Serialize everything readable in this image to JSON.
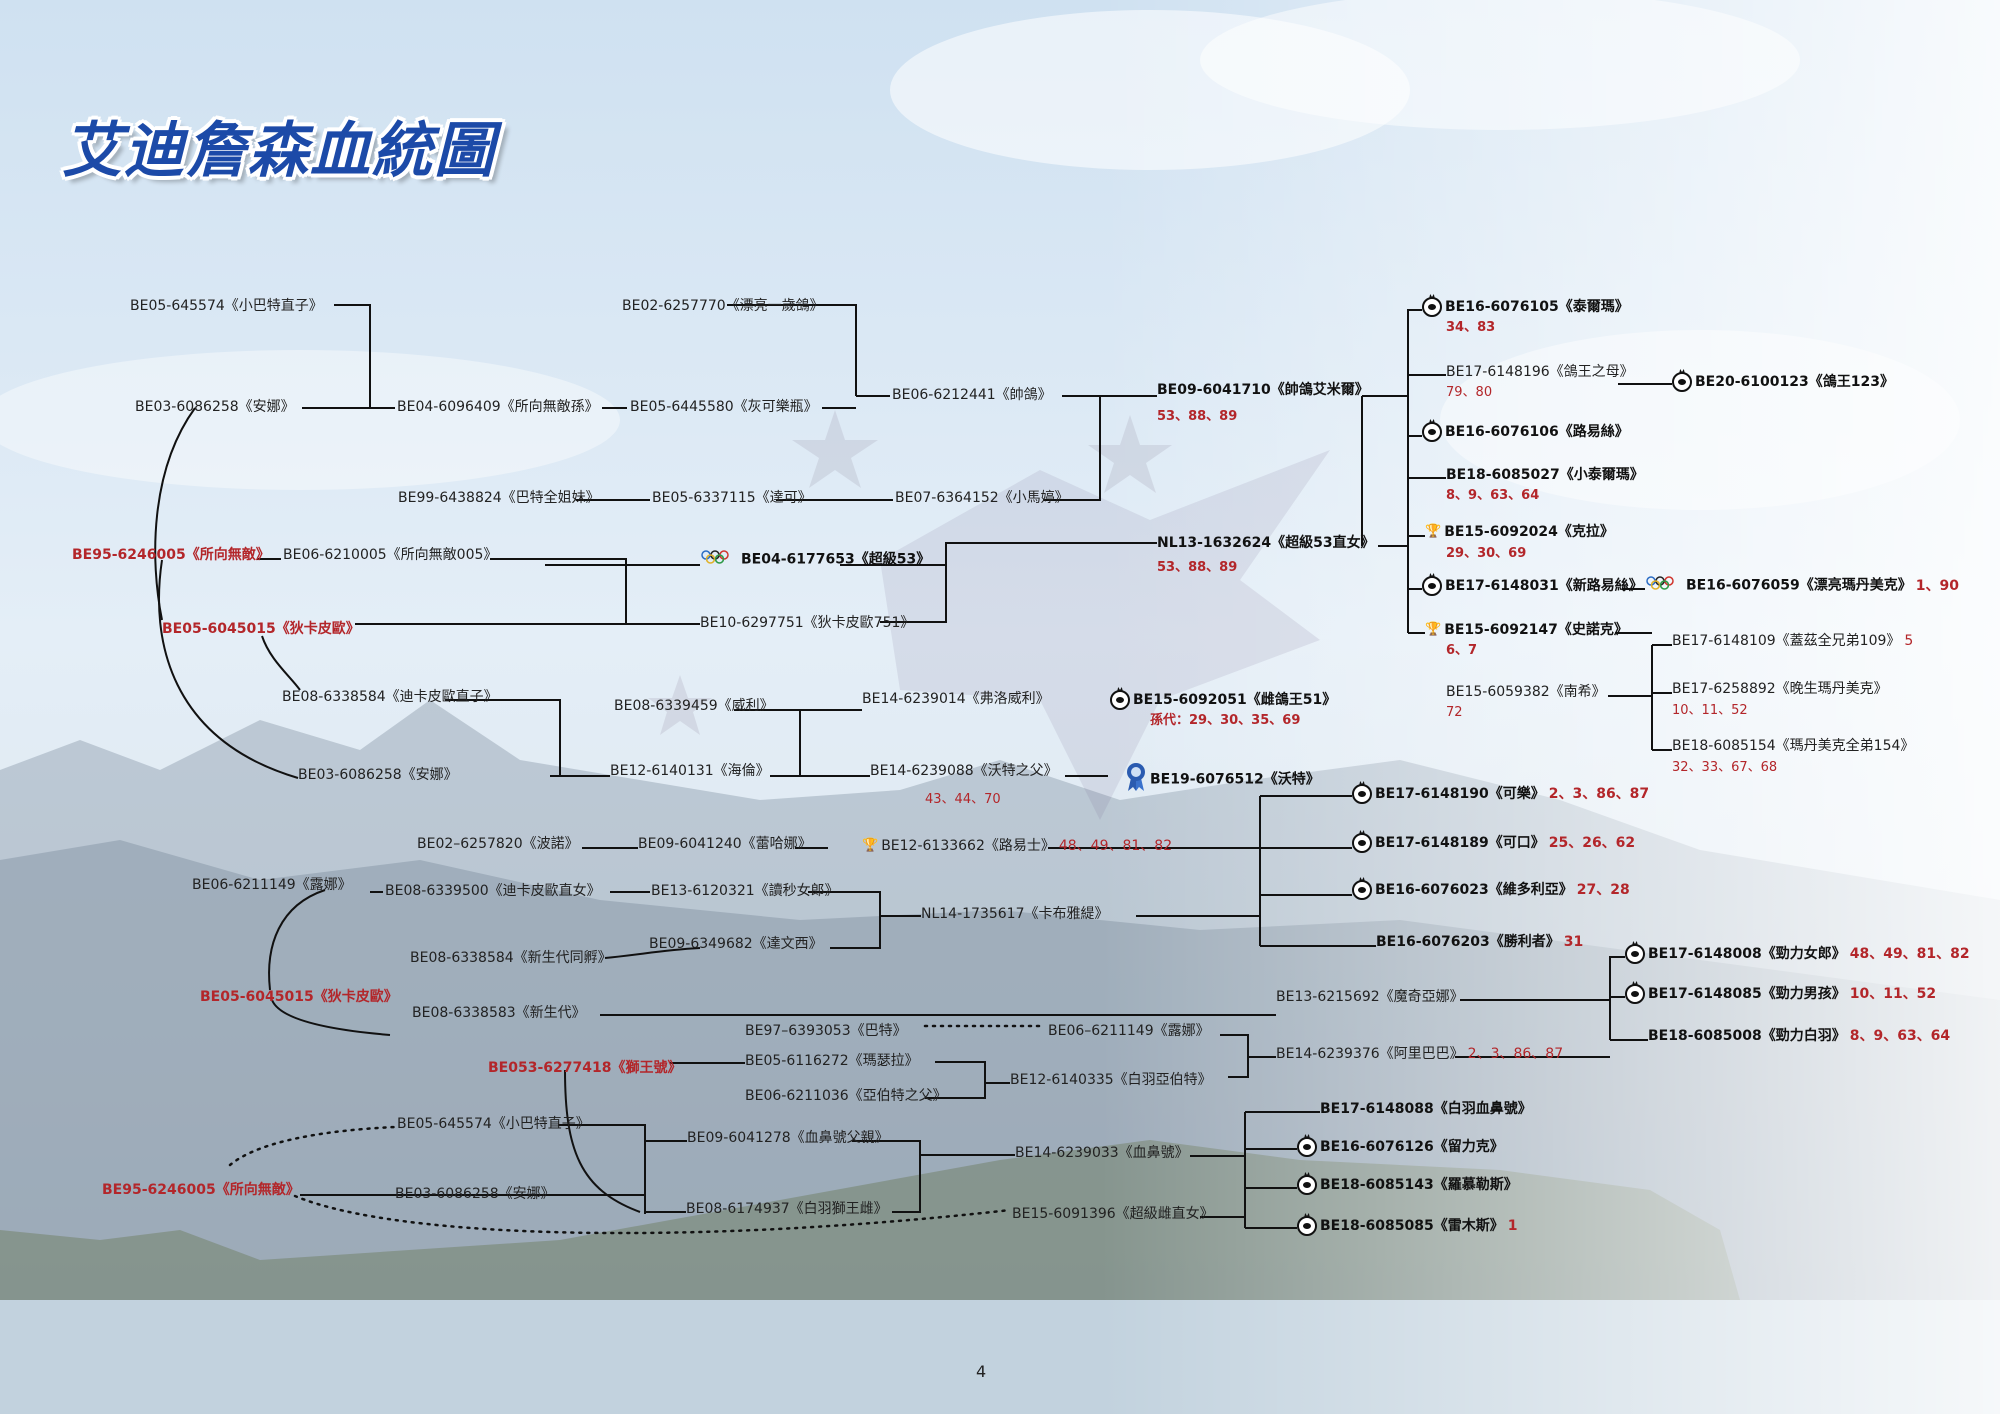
{
  "title": "艾迪詹森血統圖",
  "page_number": "4",
  "nodes": [
    {
      "id": "n1",
      "text": "BE05-645574《小巴特直子》"
    },
    {
      "id": "n2",
      "text": "BE03-6086258《安娜》"
    },
    {
      "id": "n3",
      "text": "BE04-6096409《所向無敵孫》"
    },
    {
      "id": "n4",
      "text": "BE02-6257770《漂亮一歲鴿》"
    },
    {
      "id": "n5",
      "text": "BE05-6445580《灰可樂瓶》"
    },
    {
      "id": "n6",
      "text": "BE06-6212441《帥鴿》"
    },
    {
      "id": "n7",
      "text": "BE99-6438824《巴特全姐妹》"
    },
    {
      "id": "n8",
      "text": "BE05-6337115《達可》"
    },
    {
      "id": "n9",
      "text": "BE07-6364152《小馬婷》"
    },
    {
      "id": "n10",
      "text": "BE09-6041710《帥鴿艾米爾》",
      "sub": "53、88、89"
    },
    {
      "id": "n11",
      "text": "BE95-6246005《所向無敵》"
    },
    {
      "id": "n12",
      "text": "BE06-6210005《所向無敵005》"
    },
    {
      "id": "n13",
      "text": "BE04-6177653《超級53》"
    },
    {
      "id": "n14",
      "text": "NL13-1632624《超級53直女》",
      "sub": "53、88、89"
    },
    {
      "id": "n15",
      "text": "BE05-6045015《狄卡皮歐》"
    },
    {
      "id": "n16",
      "text": "BE10-6297751《狄卡皮歐751》"
    },
    {
      "id": "n17",
      "text": "BE08-6338584《迪卡皮歐直子》"
    },
    {
      "id": "n18",
      "text": "BE08-6339459《威利》"
    },
    {
      "id": "n19",
      "text": "BE14-6239014《弗洛威利》"
    },
    {
      "id": "n20",
      "text": "BE15-6092051《雌鴿王51》",
      "sub": "孫代：29、30、35、69"
    },
    {
      "id": "n21",
      "text": "BE03-6086258《安娜》"
    },
    {
      "id": "n22",
      "text": "BE12-6140131《海倫》"
    },
    {
      "id": "n23",
      "text": "BE14-6239088《沃特之父》",
      "sub": "43、44、70"
    },
    {
      "id": "n24",
      "text": "BE19-6076512《沃特》"
    },
    {
      "id": "n25",
      "text": "BE16-6076105《泰爾瑪》",
      "sub": "34、83"
    },
    {
      "id": "n26",
      "text": "BE17-6148196《鴿王之母》",
      "sub": "79、80"
    },
    {
      "id": "n27",
      "text": "BE20-6100123《鴿王123》"
    },
    {
      "id": "n28",
      "text": "BE16-6076106《路易絲》"
    },
    {
      "id": "n29",
      "text": "BE18-6085027《小泰爾瑪》",
      "sub": "8、9、63、64"
    },
    {
      "id": "n30",
      "text": "BE15-6092024《克拉》",
      "sub": "29、30、69"
    },
    {
      "id": "n31",
      "text": "BE17-6148031《新路易絲》"
    },
    {
      "id": "n32",
      "text": "BE16-6076059《漂亮瑪丹美克》",
      "suffix": "1、90"
    },
    {
      "id": "n33",
      "text": "BE15-6092147《史諾克》",
      "sub": "6、7"
    },
    {
      "id": "n34",
      "text": "BE17-6148109《蓋茲全兄弟109》",
      "suffix": "5"
    },
    {
      "id": "n35",
      "text": "BE15-6059382《南希》",
      "sub": "72"
    },
    {
      "id": "n36",
      "text": "BE17-6258892《晚生瑪丹美克》",
      "sub": "10、11、52"
    },
    {
      "id": "n37",
      "text": "BE18-6085154《瑪丹美克全弟154》",
      "sub": "32、33、67、68"
    },
    {
      "id": "n38",
      "text": "BE17-6148190《可樂》",
      "suffix": "2、3、86、87"
    },
    {
      "id": "n39",
      "text": "BE02–6257820《波諾》"
    },
    {
      "id": "n40",
      "text": "BE09-6041240《蕾哈娜》"
    },
    {
      "id": "n41",
      "text": "BE12-6133662《路易士》",
      "suffix": "48、49、81、82"
    },
    {
      "id": "n42",
      "text": "BE17-6148189《可口》",
      "suffix": "25、26、62"
    },
    {
      "id": "n43",
      "text": "BE06-6211149《露娜》"
    },
    {
      "id": "n44",
      "text": "BE08-6339500《迪卡皮歐直女》"
    },
    {
      "id": "n45",
      "text": "BE13-6120321《讀秒女郎》"
    },
    {
      "id": "n46",
      "text": "BE16-6076023《維多利亞》",
      "suffix": "27、28"
    },
    {
      "id": "n47",
      "text": "NL14-1735617《卡布雅緹》"
    },
    {
      "id": "n48",
      "text": "BE08-6338584《新生代同孵》"
    },
    {
      "id": "n49",
      "text": "BE09-6349682《達文西》"
    },
    {
      "id": "n50",
      "text": "BE16-6076203《勝利者》",
      "suffix": "31"
    },
    {
      "id": "n51",
      "text": "BE17-6148008《勁力女郎》",
      "suffix": "48、49、81、82"
    },
    {
      "id": "n52",
      "text": "BE05-6045015《狄卡皮歐》"
    },
    {
      "id": "n53",
      "text": "BE13-6215692《魔奇亞娜》"
    },
    {
      "id": "n54",
      "text": "BE17-6148085《勁力男孩》",
      "suffix": "10、11、52"
    },
    {
      "id": "n55",
      "text": "BE08-6338583《新生代》"
    },
    {
      "id": "n56",
      "text": "BE97–6393053《巴特》"
    },
    {
      "id": "n57",
      "text": "BE06–6211149《露娜》"
    },
    {
      "id": "n58",
      "text": "BE18-6085008《勁力白羽》",
      "suffix": "8、9、63、64"
    },
    {
      "id": "n59",
      "text": "BE053-6277418《獅王號》"
    },
    {
      "id": "n60",
      "text": "BE05-6116272《瑪瑟拉》"
    },
    {
      "id": "n61",
      "text": "BE14-6239376《阿里巴巴》",
      "suffix": "2、3、86、87"
    },
    {
      "id": "n62",
      "text": "BE12-6140335《白羽亞伯特》"
    },
    {
      "id": "n63",
      "text": "BE06-6211036《亞伯特之父》"
    },
    {
      "id": "n64",
      "text": "BE17-6148088《白羽血鼻號》"
    },
    {
      "id": "n65",
      "text": "BE05-645574《小巴特直子》"
    },
    {
      "id": "n66",
      "text": "BE09-6041278《血鼻號父親》"
    },
    {
      "id": "n67",
      "text": "BE16-6076126《留力克》"
    },
    {
      "id": "n68",
      "text": "BE14-6239033《血鼻號》"
    },
    {
      "id": "n69",
      "text": "BE95-6246005《所向無敵》"
    },
    {
      "id": "n70",
      "text": "BE03-6086258《安娜》"
    },
    {
      "id": "n71",
      "text": "BE18-6085143《羅慕勒斯》"
    },
    {
      "id": "n72",
      "text": "BE08-6174937《白羽獅王雌》"
    },
    {
      "id": "n73",
      "text": "BE15-6091396《超級雌直女》"
    },
    {
      "id": "n74",
      "text": "BE18-6085085《雷木斯》",
      "suffix": "1"
    }
  ]
}
